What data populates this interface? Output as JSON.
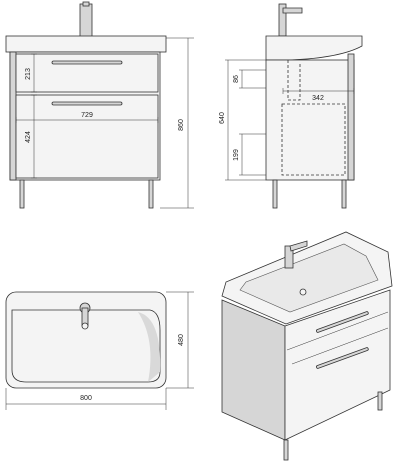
{
  "diagram": {
    "front_view": {
      "drawer_top_height": "213",
      "drawer_bottom_height": "424",
      "inner_width": "729",
      "total_height": "860"
    },
    "side_view": {
      "height_640": "640",
      "depth_342": "342",
      "offset_86": "86",
      "offset_199": "199"
    },
    "top_view": {
      "width": "800",
      "depth": "480"
    },
    "colors": {
      "line": "#333333",
      "body_fill": "#f4f4f4",
      "shade_fill": "#d6d6d6"
    }
  }
}
